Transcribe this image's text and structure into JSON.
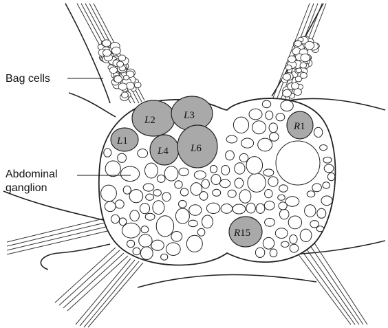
{
  "labels": {
    "bag_cells": "Bag cells",
    "ganglion_line1": "Abdominal",
    "ganglion_line2": "ganglion"
  },
  "identified_neurons": [
    {
      "id": "L1",
      "letter": "L",
      "number": "1"
    },
    {
      "id": "L2",
      "letter": "L",
      "number": "2"
    },
    {
      "id": "L3",
      "letter": "L",
      "number": "3"
    },
    {
      "id": "L4",
      "letter": "L",
      "number": "4"
    },
    {
      "id": "L6",
      "letter": "L",
      "number": "6"
    },
    {
      "id": "R1",
      "letter": "R",
      "number": "1"
    },
    {
      "id": "R15",
      "letter": "R",
      "number": "15"
    }
  ],
  "colors": {
    "line": "#222222",
    "neuron_fill": "#ffffff",
    "identified_fill": "#a9a9a9",
    "background": "#ffffff"
  }
}
